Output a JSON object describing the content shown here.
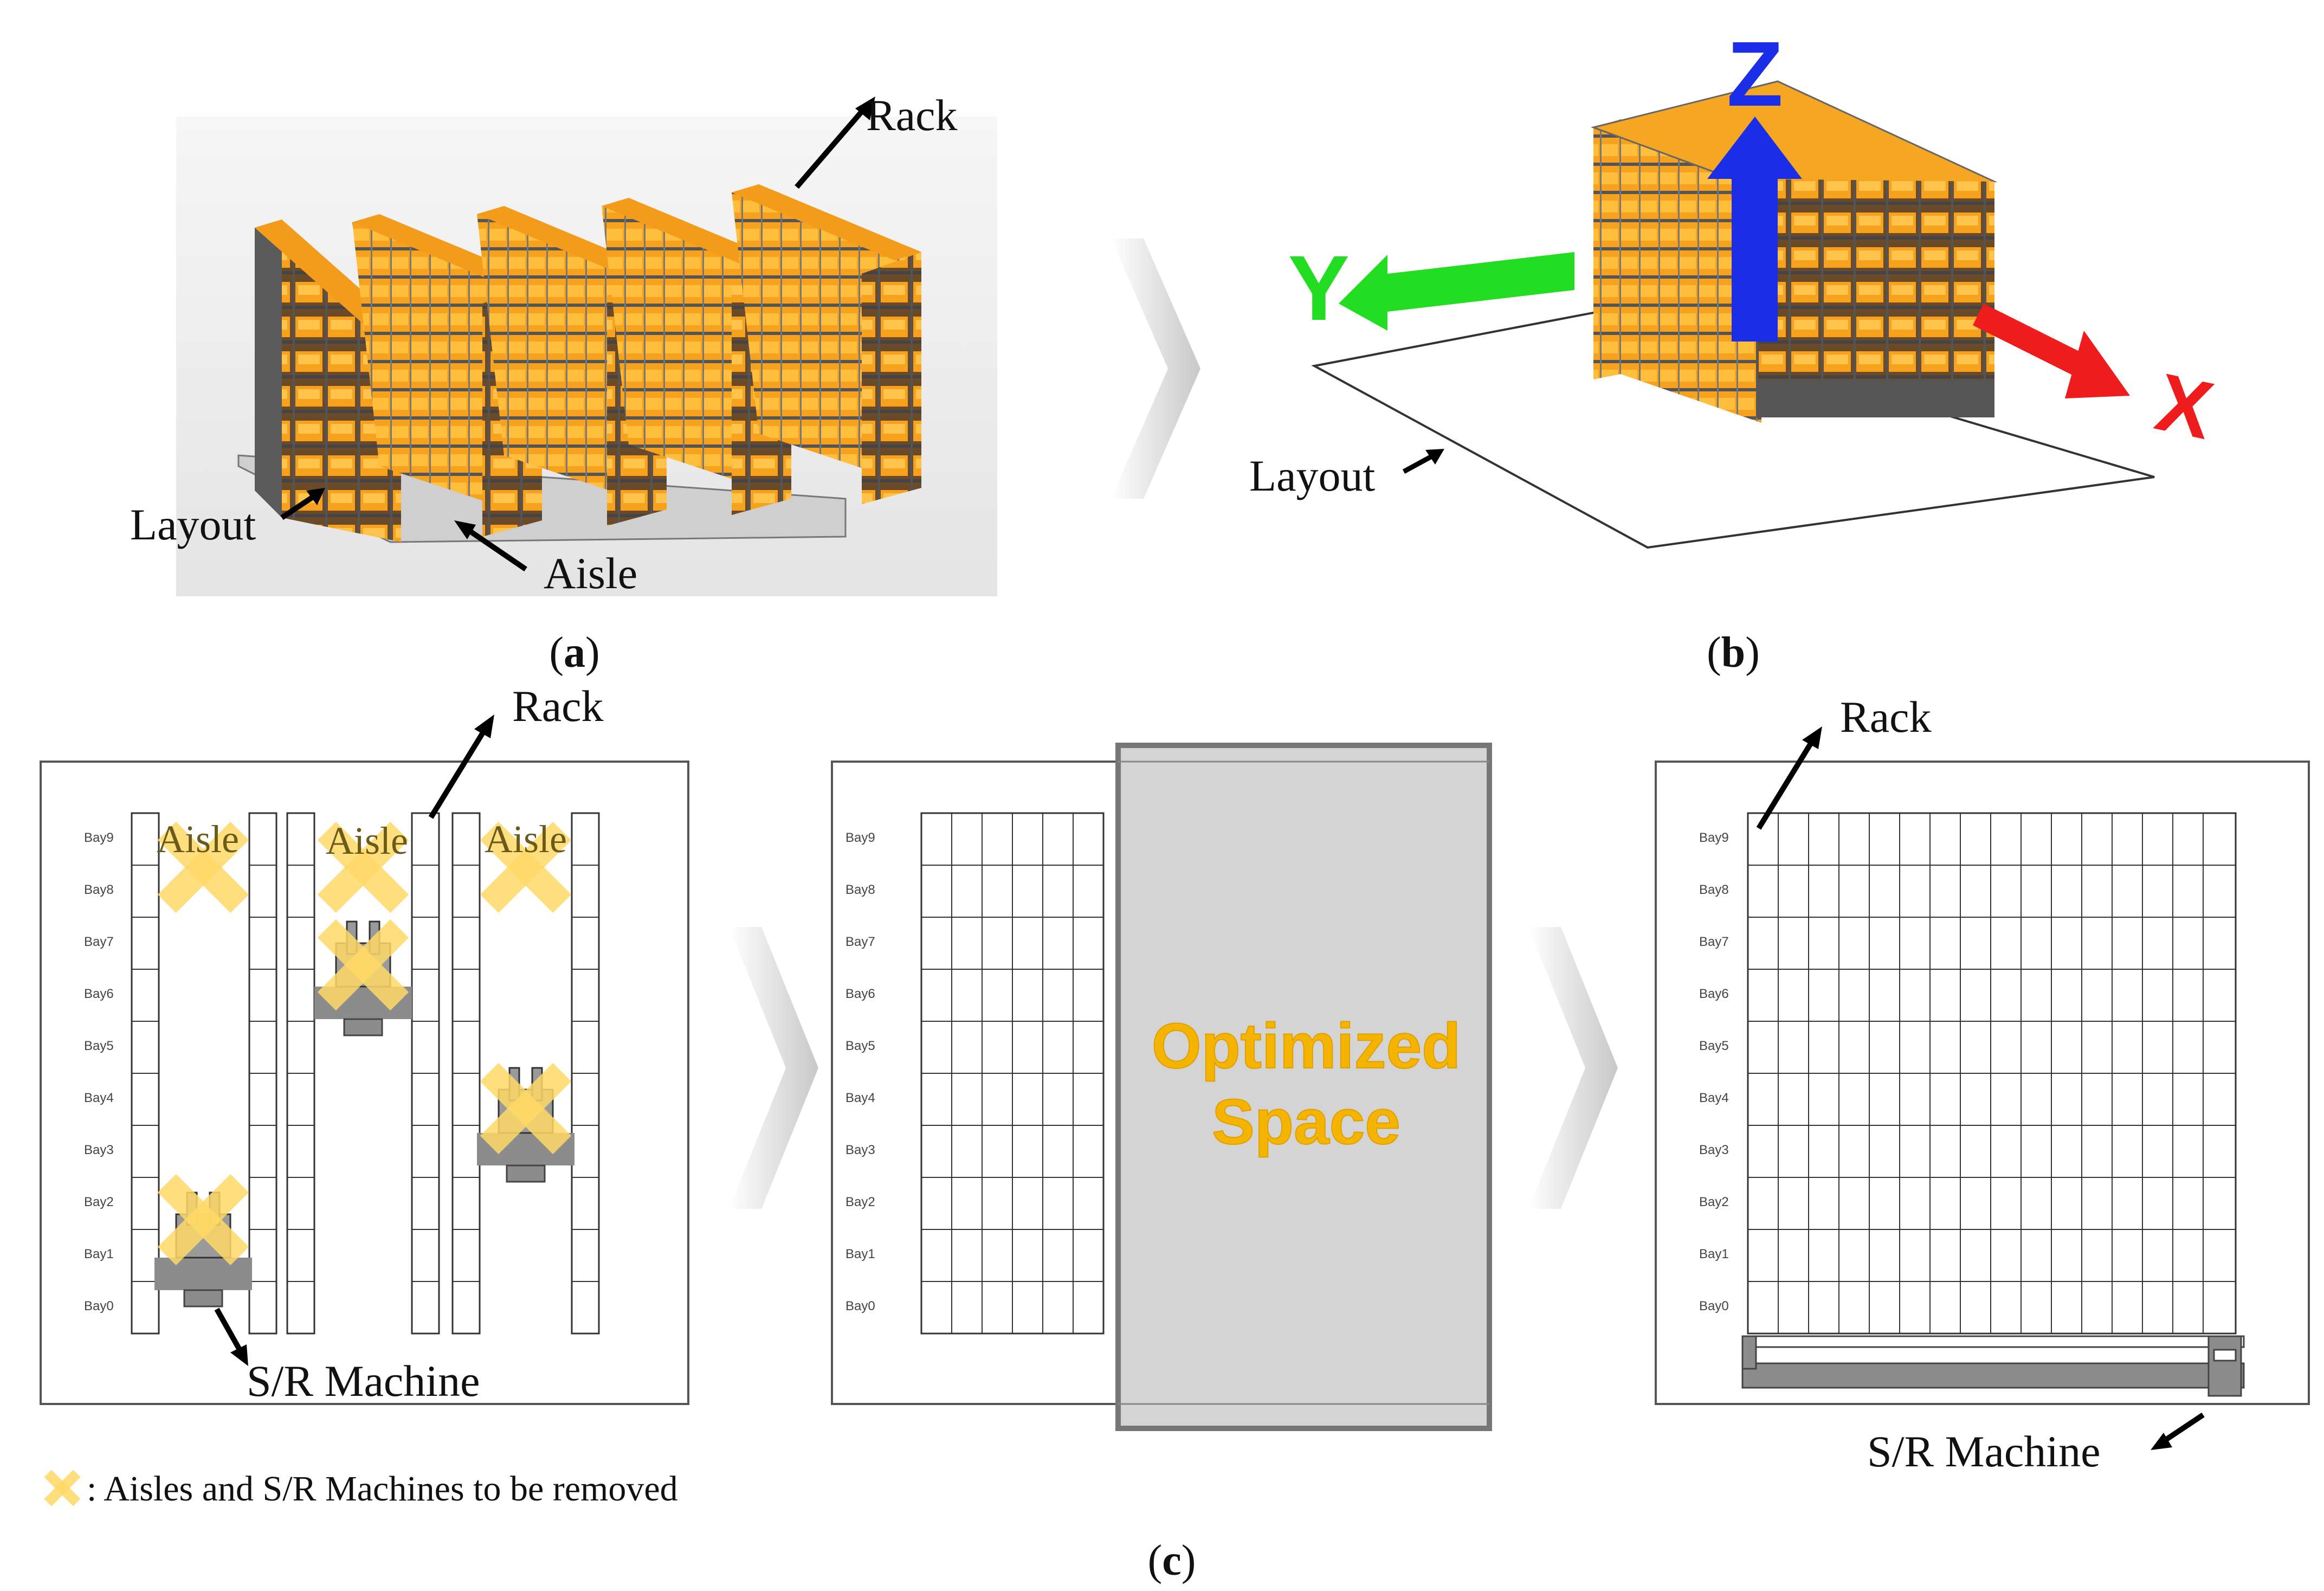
{
  "panel_a": {
    "rack_label": "Rack",
    "layout_label": "Layout",
    "aisle_label": "Aisle",
    "caption_letter": "a"
  },
  "panel_b": {
    "axis_z": "Z",
    "axis_y": "Y",
    "axis_x": "X",
    "layout_label": "Layout",
    "caption_letter": "b"
  },
  "panel_c": {
    "left": {
      "rack_label": "Rack",
      "aisle_labels": [
        "Aisle",
        "Aisle",
        "Aisle"
      ],
      "sr_machine_label": "S/R Machine"
    },
    "middle": {
      "optimized_line1": "Optimized",
      "optimized_line2": "Space"
    },
    "right": {
      "rack_label": "Rack",
      "sr_machine_label": "S/R Machine"
    },
    "bay_labels": [
      "Bay9",
      "Bay8",
      "Bay7",
      "Bay6",
      "Bay5",
      "Bay4",
      "Bay3",
      "Bay2",
      "Bay1",
      "Bay0"
    ],
    "legend_text": ": Aisles and S/R Machines to be removed",
    "caption_letter": "c"
  },
  "colors": {
    "rack_orange": "#f5a623",
    "axis_z_blue": "#1a2ee8",
    "axis_y_green": "#22dd22",
    "axis_x_red": "#ee1c1c",
    "remove_x_yellow": "#ffd966",
    "optimized_text": "#f4b400",
    "optimized_fill": "#d4d4d4"
  }
}
